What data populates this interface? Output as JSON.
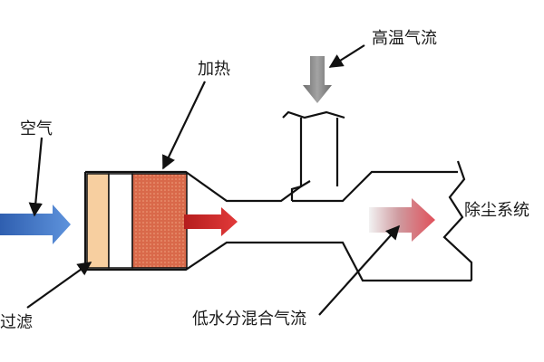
{
  "diagram": {
    "labels": {
      "hot_airflow": "高温气流",
      "heating": "加热",
      "air": "空气",
      "dust_removal": "除尘系统",
      "filter": "过滤",
      "mixed_airflow": "低水分混合气流"
    },
    "colors": {
      "duct_stroke": "#111111",
      "air_arrow": "#3b6fc4",
      "hot_arrow": "#8a8a8a",
      "heat_arrow": "#d42a2a",
      "heater": "#d9694a",
      "filter": "#f7cfa0",
      "mixed_arrow_start": "#f0f0f0",
      "mixed_arrow_end": "#e0505a"
    }
  }
}
